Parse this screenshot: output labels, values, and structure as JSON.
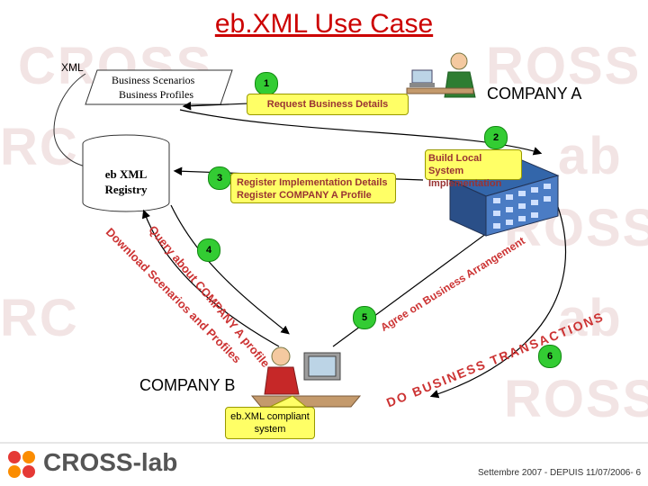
{
  "title": "eb.XML Use Case",
  "watermark": [
    "ROSS",
    "CROSS",
    "RC",
    "ab",
    "ROSS",
    "ab"
  ],
  "xml_label": "XML",
  "scenarios": [
    "Business Scenarios",
    "Business Profiles"
  ],
  "registry": [
    "eb XML",
    "Registry"
  ],
  "company_a": "COMPANY A",
  "company_b": "COMPANY B",
  "steps": {
    "s1": {
      "num": "1",
      "text": "Request Business Details"
    },
    "s2": {
      "num": "2",
      "text": "Build Local System Implementation"
    },
    "s3": {
      "num": "3",
      "lines": [
        "Register Implementation Details",
        "Register COMPANY A  Profile"
      ]
    },
    "s4": {
      "num": "4",
      "query": "Query about COMPANY A profile",
      "download": "Download Scenarios and Profiles"
    },
    "s5": {
      "num": "5",
      "text": "Agree on Business Arrangement"
    },
    "s6": {
      "num": "6",
      "text": "DO BUSINESS TRANSACTIONS"
    }
  },
  "compliant": [
    "eb.XML compliant",
    "system"
  ],
  "logo": "CROSS-lab",
  "footer": "Settembre 2007 - DEPUIS 11/07/2006- 6",
  "colors": {
    "accent": "#cc0000",
    "pill": "#ffff66",
    "badge": "#33cc33",
    "diagonal_text": "#cc3333"
  }
}
